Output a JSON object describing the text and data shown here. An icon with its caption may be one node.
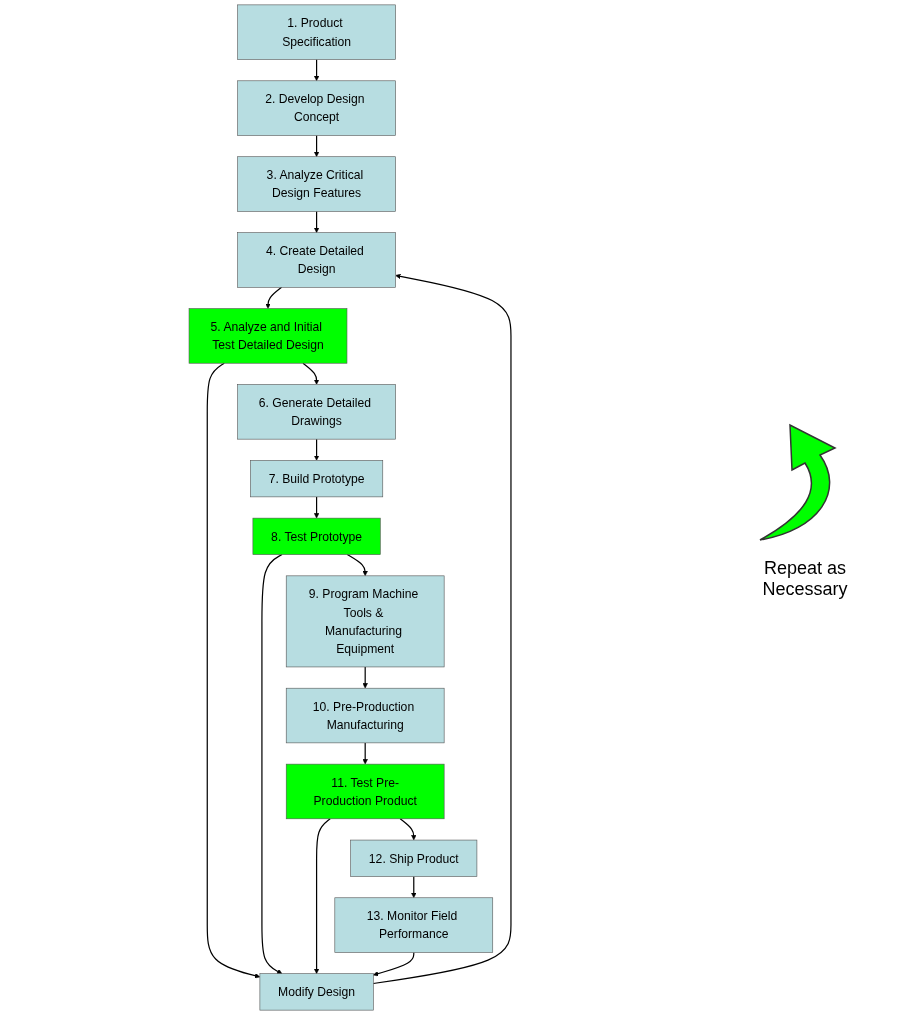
{
  "diagram": {
    "nodes": [
      {
        "text": [
          "1. Product Specification"
        ]
      },
      {
        "text": [
          "2. Develop Design Concept"
        ]
      },
      {
        "text": [
          "3. Analyze Critical Design Features"
        ]
      },
      {
        "text": [
          "4. Create Detailed Design"
        ]
      },
      {
        "text": [
          "5. Analyze and Initial Test Detailed Design"
        ]
      },
      {
        "text": [
          "6. Generate Detailed Drawings"
        ]
      },
      {
        "text": [
          "7. Build Prototype"
        ]
      },
      {
        "text": [
          "8. Test Prototype"
        ]
      },
      {
        "text": [
          "9. Program Machine Tools & Manufacturing Equipment"
        ]
      },
      {
        "text": [
          "10. Pre-Production Manufacturing"
        ]
      },
      {
        "text": [
          "11. Test Pre-Production Product"
        ]
      },
      {
        "text": [
          "12. Ship Product"
        ]
      },
      {
        "text": [
          "13. Monitor Field Performance"
        ]
      },
      {
        "text": [
          "Modify Design"
        ]
      }
    ],
    "edges": [
      {
        "from": 0,
        "to": 1,
        "arrow": "to"
      },
      {
        "from": 1,
        "to": 2,
        "arrow": "to"
      },
      {
        "from": 2,
        "to": 3,
        "arrow": "to"
      },
      {
        "from": 3,
        "to": 4,
        "arrow": "to"
      },
      {
        "from": 4,
        "to": 5,
        "arrow": "to"
      },
      {
        "from": 5,
        "to": 6,
        "arrow": "to"
      },
      {
        "from": 6,
        "to": 7,
        "arrow": "to"
      },
      {
        "from": 7,
        "to": 8,
        "arrow": "to"
      },
      {
        "from": 8,
        "to": 9,
        "arrow": "to"
      },
      {
        "from": 9,
        "to": 10,
        "arrow": "to"
      },
      {
        "from": 10,
        "to": 11,
        "arrow": "to"
      },
      {
        "from": 11,
        "to": 12,
        "arrow": "to"
      },
      {
        "from": 4,
        "to": 13,
        "arrow": "to"
      },
      {
        "from": 7,
        "to": 13,
        "arrow": "to"
      },
      {
        "from": 10,
        "to": 13,
        "arrow": "to"
      },
      {
        "from": 12,
        "to": 13,
        "arrow": "to"
      },
      {
        "from": 13,
        "to": 3,
        "arrow": "to"
      }
    ],
    "labels": [
      "Repeat as Necessary"
    ]
  }
}
